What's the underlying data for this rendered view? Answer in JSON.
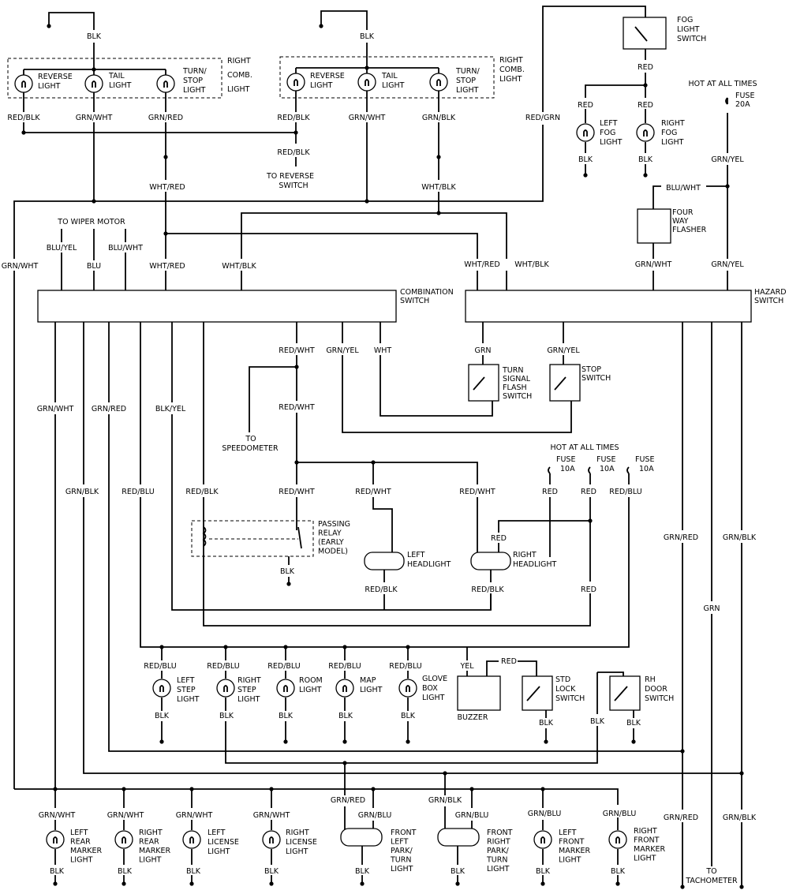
{
  "wire_labels": {
    "blk": "BLK",
    "red_blk": "RED/BLK",
    "grn_wht": "GRN/WHT",
    "grn_red": "GRN/RED",
    "grn_blk": "GRN/BLK",
    "wht_red": "WHT/RED",
    "wht_blk": "WHT/BLK",
    "red_grn": "RED/GRN",
    "red": "RED",
    "grn_yel": "GRN/YEL",
    "blu_wht": "BLU/WHT",
    "blu_yel": "BLU/YEL",
    "blu": "BLU",
    "red_wht": "RED/WHT",
    "wht": "WHT",
    "grn": "GRN",
    "blk_yel": "BLK/YEL",
    "red_blu": "RED/BLU",
    "yel": "YEL",
    "grn_blu": "GRN/BLU"
  },
  "notes": {
    "to_wiper_motor": "TO WIPER MOTOR",
    "to_reverse": "TO REVERSE",
    "switch": "SWITCH",
    "to": "TO",
    "speedometer": "SPEEDOMETER",
    "tachometer": "TACHOMETER",
    "hot_at_all_times": "HOT AT ALL TIMES",
    "fuse": "FUSE",
    "fuse_20a": "20A",
    "fuse_10a": "10A"
  },
  "components": {
    "right_comb_light": [
      "RIGHT",
      "COMB.",
      "LIGHT"
    ],
    "reverse_light": [
      "REVERSE",
      "LIGHT"
    ],
    "tail_light": [
      "TAIL",
      "LIGHT"
    ],
    "turn_stop_light": [
      "TURN/",
      "STOP",
      "LIGHT"
    ],
    "fog_light_switch": [
      "FOG",
      "LIGHT",
      "SWITCH"
    ],
    "left_fog_light": [
      "LEFT",
      "FOG",
      "LIGHT"
    ],
    "right_fog_light": [
      "RIGHT",
      "FOG",
      "LIGHT"
    ],
    "four_way_flasher": [
      "FOUR",
      "WAY",
      "FLASHER"
    ],
    "combination_switch": [
      "COMBINATION",
      "SWITCH"
    ],
    "hazard_switch": [
      "HAZARD",
      "SWITCH"
    ],
    "turn_signal_flash_switch": [
      "TURN",
      "SIGNAL",
      "FLASH",
      "SWITCH"
    ],
    "stop_switch": [
      "STOP",
      "SWITCH"
    ],
    "passing_relay": [
      "PASSING",
      "RELAY",
      "(EARLY",
      "MODEL)"
    ],
    "left_headlight": [
      "LEFT",
      "HEADLIGHT"
    ],
    "right_headlight": [
      "RIGHT",
      "HEADLIGHT"
    ],
    "left_step_light": [
      "LEFT",
      "STEP",
      "LIGHT"
    ],
    "right_step_light": [
      "RIGHT",
      "STEP",
      "LIGHT"
    ],
    "room_light": [
      "ROOM",
      "LIGHT"
    ],
    "map_light": [
      "MAP",
      "LIGHT"
    ],
    "glove_box_light": [
      "GLOVE",
      "BOX",
      "LIGHT"
    ],
    "buzzer": [
      "BUZZER"
    ],
    "std_lock_switch": [
      "STD",
      "LOCK",
      "SWITCH"
    ],
    "rh_door_switch": [
      "RH",
      "DOOR",
      "SWITCH"
    ],
    "left_rear_marker_light": [
      "LEFT",
      "REAR",
      "MARKER",
      "LIGHT"
    ],
    "right_rear_marker_light": [
      "RIGHT",
      "REAR",
      "MARKER",
      "LIGHT"
    ],
    "left_license_light": [
      "LEFT",
      "LICENSE",
      "LIGHT"
    ],
    "right_license_light": [
      "RIGHT",
      "LICENSE",
      "LIGHT"
    ],
    "front_left_park_turn_light": [
      "FRONT",
      "LEFT",
      "PARK/",
      "TURN",
      "LIGHT"
    ],
    "front_right_park_turn_light": [
      "FRONT",
      "RIGHT",
      "PARK/",
      "TURN",
      "LIGHT"
    ],
    "left_front_marker_light": [
      "LEFT",
      "FRONT",
      "MARKER",
      "LIGHT"
    ],
    "right_front_marker_light": [
      "RIGHT",
      "FRONT",
      "MARKER",
      "LIGHT"
    ]
  }
}
